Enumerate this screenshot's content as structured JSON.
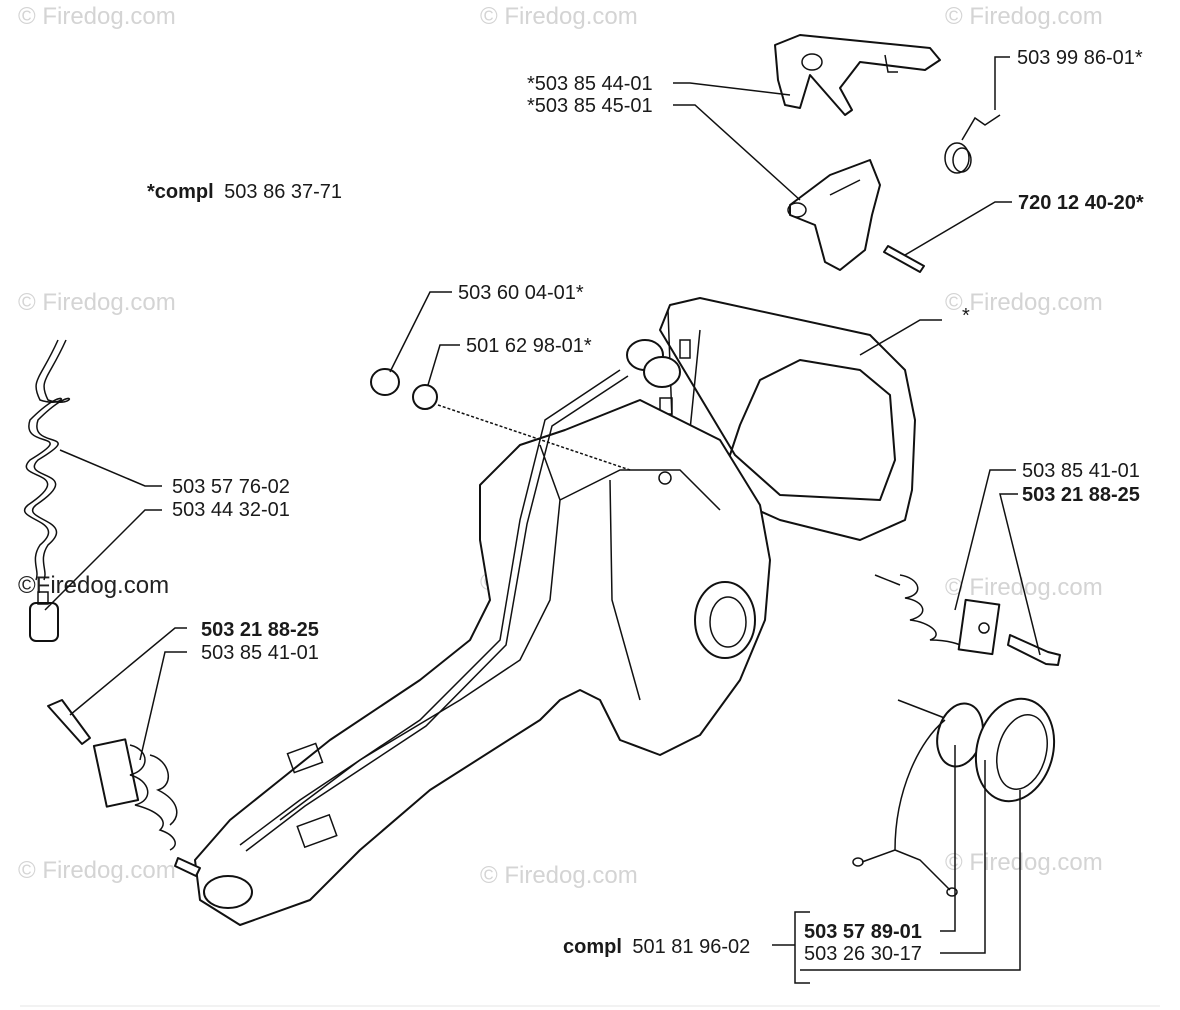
{
  "watermark": "© Firedog.com",
  "watermark_dark": "©Firedog.com",
  "labels": {
    "l_5038544": "*503 85 44-01",
    "l_5038545": "*503 85 45-01",
    "l_5039986": "503 99 86-01*",
    "l_7201240": "720 12 40-20*",
    "compl_top_prefix": "*compl",
    "compl_top_number": "503 86 37-71",
    "l_5036004": "503 60 04-01*",
    "l_5016298": "501 62 98-01*",
    "l_star": "*",
    "l_5035776": "503 57 76-02",
    "l_5034432": "503 44 32-01",
    "l_right_5038541": "503 85 41-01",
    "l_right_5032188": "503 21 88-25",
    "l_left_5032188": "503 21 88-25",
    "l_left_5038541": "503 85 41-01",
    "l_5035789": "503 57 89-01",
    "l_5032630": "503 26 30-17",
    "compl_bottom_prefix": "compl",
    "compl_bottom_number": "501 81 96-02"
  }
}
